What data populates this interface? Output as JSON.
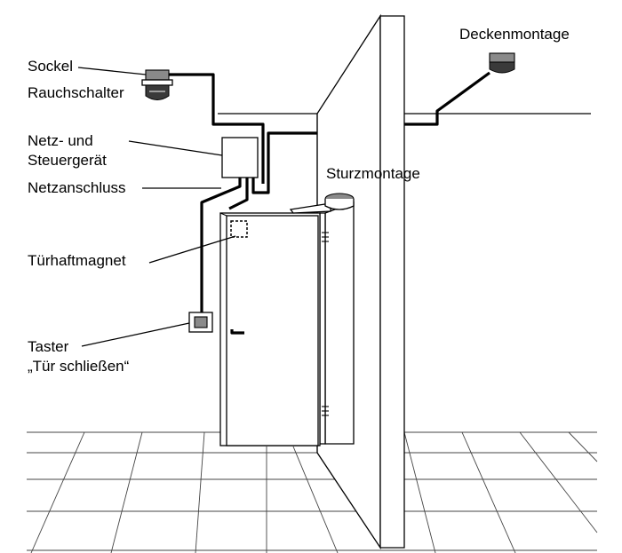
{
  "labels": {
    "sockel": "Sockel",
    "rauchschalter": "Rauchschalter",
    "netz_line1": "Netz- und",
    "netz_line2": "Steuergerät",
    "netzanschluss": "Netzanschluss",
    "tuerhaftmagnet": "Türhaftmagnet",
    "taster_line1": "Taster",
    "taster_line2": "„Tür schließen“",
    "deckenmontage": "Deckenmontage",
    "sturzmontage": "Sturzmontage"
  }
}
